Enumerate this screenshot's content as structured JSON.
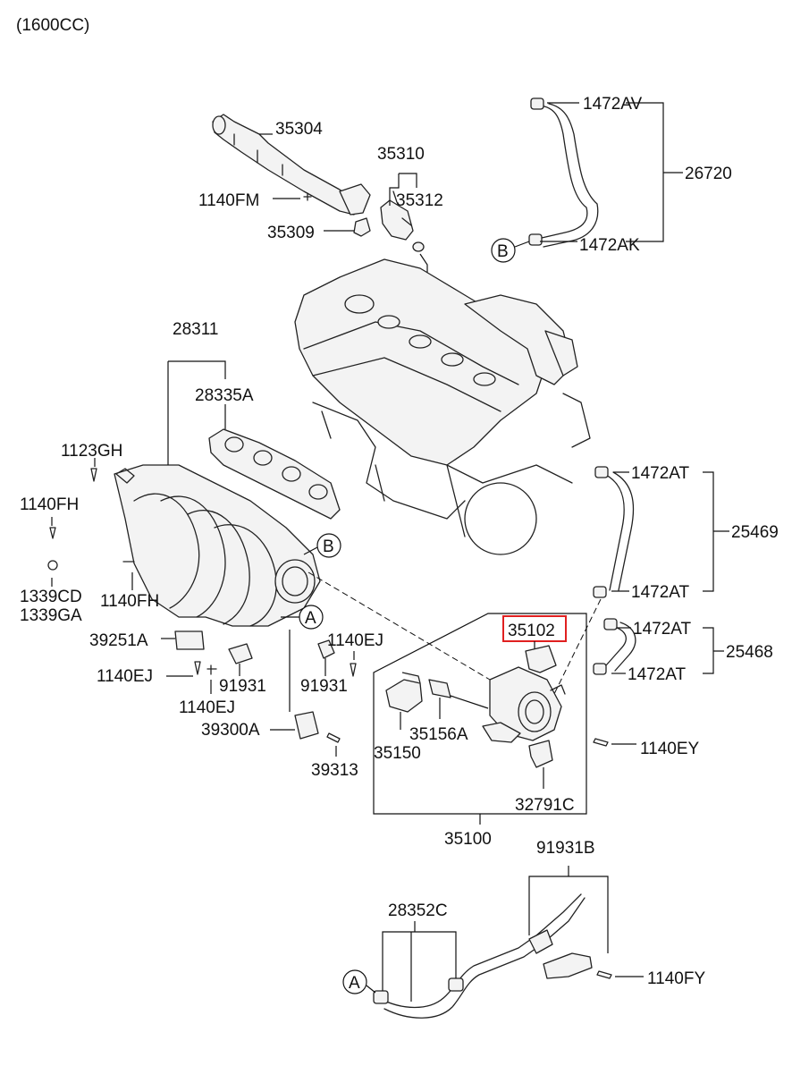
{
  "header": {
    "engine": "(1600CC)"
  },
  "labels": {
    "p35304": "35304",
    "p35310": "35310",
    "p35312": "35312",
    "p1140FM": "1140FM",
    "p35309": "35309",
    "p1472AV": "1472AV",
    "p26720": "26720",
    "p1472AK": "1472AK",
    "p28311": "28311",
    "p28335A": "28335A",
    "p1123GH": "1123GH",
    "p1140FH_a": "1140FH",
    "p1140FH_b": "1140FH",
    "p1339CD": "1339CD",
    "p1339GA": "1339GA",
    "p39251A": "39251A",
    "p1140EJ_a": "1140EJ",
    "p1140EJ_b": "1140EJ",
    "p1140EJ_c": "1140EJ",
    "p91931_a": "91931",
    "p91931_b": "91931",
    "p39300A": "39300A",
    "p39313": "39313",
    "p1472AT_a": "1472AT",
    "p1472AT_b": "1472AT",
    "p1472AT_c": "1472AT",
    "p1472AT_d": "1472AT",
    "p25469": "25469",
    "p25468": "25468",
    "p35102": "35102",
    "p35150": "35150",
    "p35156A": "35156A",
    "p1140EY": "1140EY",
    "p32791C": "32791C",
    "p35100": "35100",
    "p91931B": "91931B",
    "p28352C": "28352C",
    "p1140FY": "1140FY"
  },
  "refs": {
    "circleA1": "A",
    "circleA2": "A",
    "circleB1": "B",
    "circleB2": "B"
  },
  "colors": {
    "highlight": "#e02020",
    "line": "#111111"
  }
}
